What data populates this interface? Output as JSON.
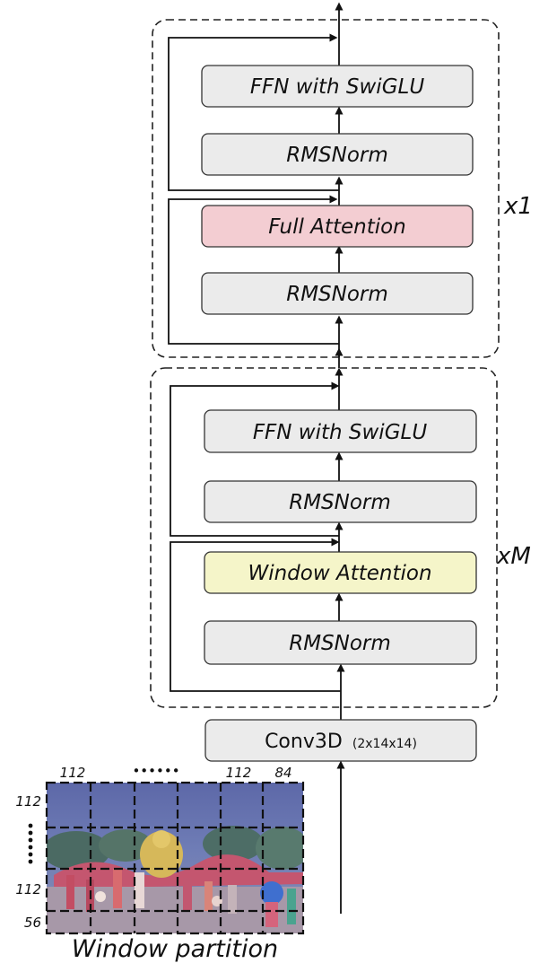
{
  "colors": {
    "box_fill": "#ebebeb",
    "full_attention_fill": "#f3cdd2",
    "window_attention_fill": "#f5f5c9",
    "line": "#111111"
  },
  "top_block": {
    "repeat_label": "x1",
    "ffn": "FFN with SwiGLU",
    "norm_upper": "RMSNorm",
    "attention": "Full Attention",
    "norm_lower": "RMSNorm"
  },
  "window_block": {
    "repeat_label": "xM",
    "ffn": "FFN with SwiGLU",
    "norm_upper": "RMSNorm",
    "attention": "Window Attention",
    "norm_lower": "RMSNorm"
  },
  "conv": {
    "label": "Conv3D",
    "kernel": "(2x14x14)"
  },
  "partition": {
    "caption": "Window partition",
    "top_labels": [
      "112",
      "••••••",
      "112",
      "84"
    ],
    "left_labels": [
      "112",
      "112",
      "56"
    ],
    "left_dots": "•\n•\n•\n•\n•\n•"
  }
}
